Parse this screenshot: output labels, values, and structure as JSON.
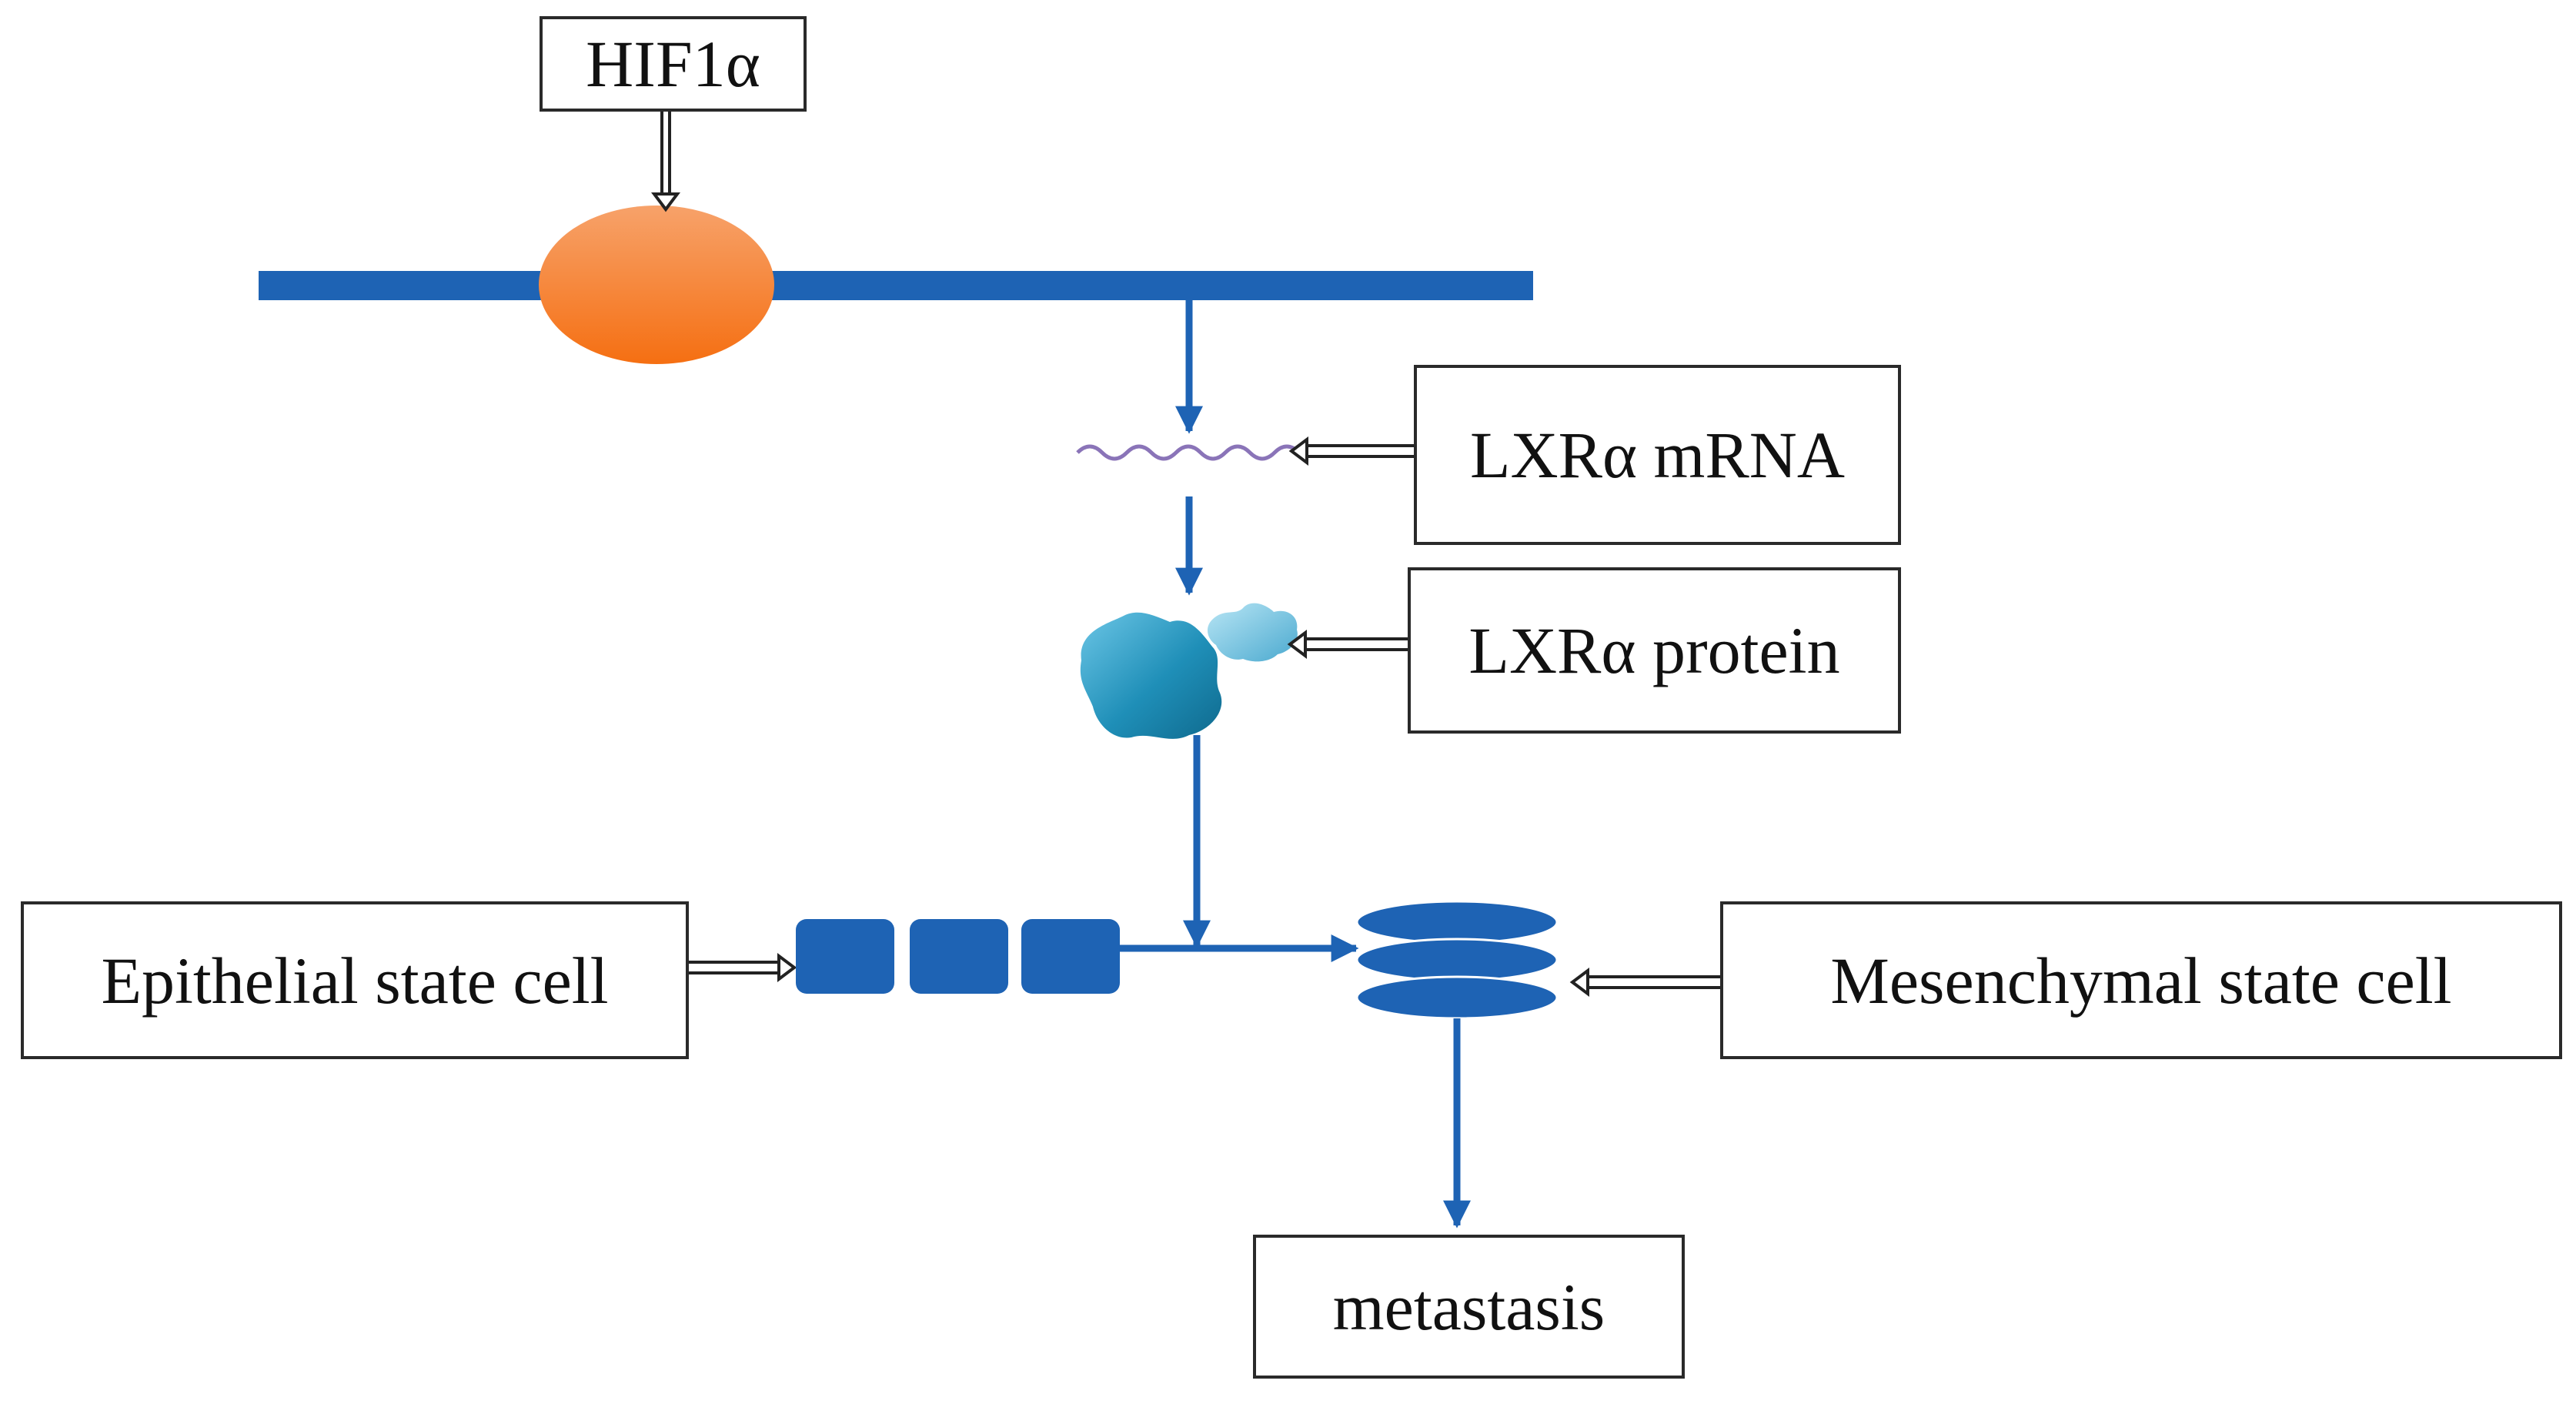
{
  "colors": {
    "pathway_blue": "#1e63b4",
    "hif_ellipse": "#f77a2a",
    "mrna_wave": "#8a74b8",
    "protein": "#1f8fb8",
    "box_border": "#2a2a2a"
  },
  "nodes": {
    "hif": {
      "label": "HIF1α"
    },
    "mrna": {
      "label": "LXRα mRNA"
    },
    "protein": {
      "label": "LXRα protein"
    },
    "epithelial": {
      "label": "Epithelial state cell"
    },
    "mesenchymal": {
      "label": "Mesenchymal state cell"
    },
    "metastasis": {
      "label": "metastasis"
    }
  },
  "glyphs": {
    "hif_binding": "orange-ellipse",
    "mrna": "wavy-line",
    "protein": "protein-blob",
    "epithelial": "three-rounded-squares",
    "mesenchymal": "three-stacked-ellipses"
  },
  "edges": [
    {
      "from": "hif",
      "to": "dna_binding_site",
      "style": "hollow-arrow"
    },
    {
      "from": "dna",
      "to": "mrna",
      "style": "blue-arrow"
    },
    {
      "from": "mrna",
      "to": "protein",
      "style": "blue-arrow"
    },
    {
      "from": "protein",
      "to": "mesenchymal",
      "style": "blue-arrow"
    },
    {
      "from": "epithelial",
      "to": "mesenchymal",
      "style": "blue-arrow"
    },
    {
      "from": "mesenchymal",
      "to": "metastasis",
      "style": "blue-arrow"
    },
    {
      "from": "mrna_label",
      "to": "mrna_glyph",
      "style": "hollow-arrow"
    },
    {
      "from": "protein_label",
      "to": "protein_glyph",
      "style": "hollow-arrow"
    },
    {
      "from": "epithelial_label",
      "to": "epithelial_glyph",
      "style": "hollow-arrow"
    },
    {
      "from": "mesenchymal_label",
      "to": "mesenchymal_glyph",
      "style": "hollow-arrow"
    }
  ]
}
